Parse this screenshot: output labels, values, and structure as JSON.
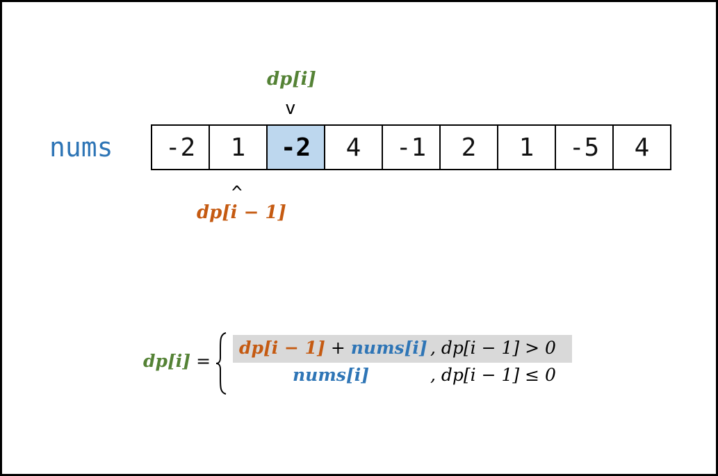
{
  "array": {
    "label": "nums",
    "values": [
      "-2",
      "1",
      "-2",
      "4",
      "-1",
      "2",
      "1",
      "-5",
      "4"
    ],
    "highlight_index": 2
  },
  "pointers": {
    "current": {
      "label": "dp[i]",
      "caret": "v",
      "index": 2
    },
    "previous": {
      "label": "dp[i − 1]",
      "caret": "^",
      "index": 1
    }
  },
  "formula": {
    "lhs": "dp[i] =",
    "case1": {
      "expr": "dp[i − 1] + nums[i]",
      "condition": ",  dp[i − 1] > 0"
    },
    "case2": {
      "expr": "nums[i]",
      "condition": ",  dp[i − 1] ≤ 0"
    }
  },
  "colors": {
    "label_blue": "#2e75b6",
    "dp_green": "#548235",
    "dp_orange": "#c55a11",
    "highlight_fill": "#bdd7ee",
    "case_highlight": "#d9d9d9"
  }
}
